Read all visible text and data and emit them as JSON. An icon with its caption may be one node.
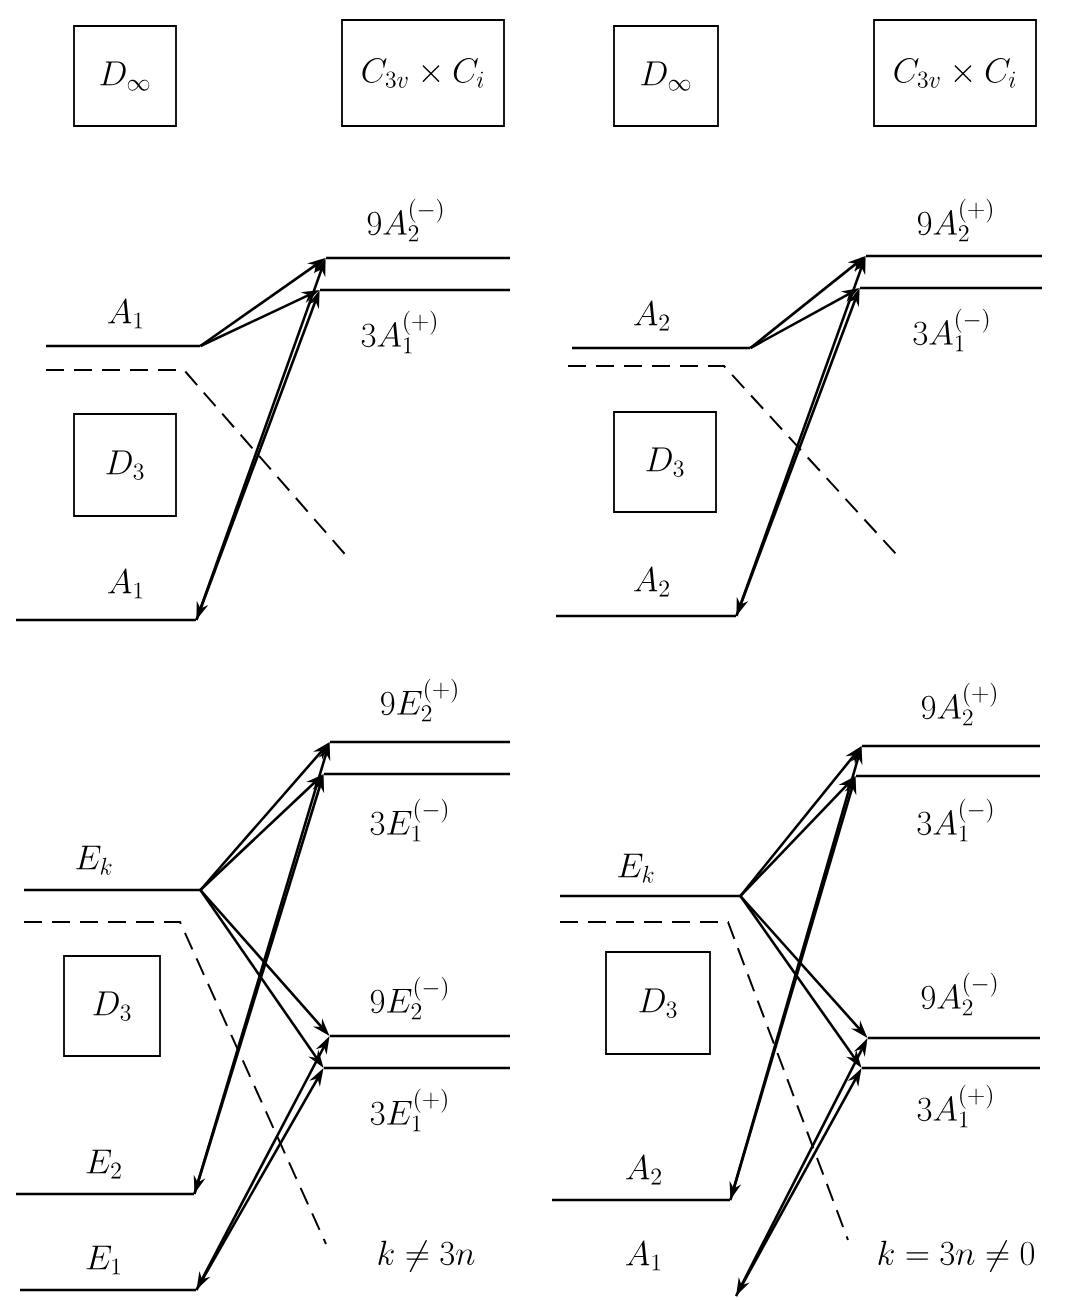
{
  "diagram": {
    "nodes": [
      {
        "text": [
          "D_\\infty"
        ]
      },
      {
        "text": [
          "C_{3v}\\times C_i"
        ]
      },
      {
        "text": [
          "A_1"
        ]
      },
      {
        "text": [
          "9A_2^{(-)}"
        ]
      },
      {
        "text": [
          "3A_1^{(+)}"
        ]
      },
      {
        "text": [
          "D_3"
        ]
      },
      {
        "text": [
          "A_1"
        ]
      },
      {
        "text": [
          "D_\\infty"
        ]
      },
      {
        "text": [
          "C_{3v}\\times C_i"
        ]
      },
      {
        "text": [
          "A_2"
        ]
      },
      {
        "text": [
          "9A_2^{(+)}"
        ]
      },
      {
        "text": [
          "3A_1^{(-)}"
        ]
      },
      {
        "text": [
          "D_3"
        ]
      },
      {
        "text": [
          "A_2"
        ]
      },
      {
        "text": [
          "9E_2^{(+)}"
        ]
      },
      {
        "text": [
          "3E_1^{(-)}"
        ]
      },
      {
        "text": [
          "E_k"
        ]
      },
      {
        "text": [
          "D_3"
        ]
      },
      {
        "text": [
          "9E_2^{(-)}"
        ]
      },
      {
        "text": [
          "3E_1^{(+)}"
        ]
      },
      {
        "text": [
          "E_2"
        ]
      },
      {
        "text": [
          "E_1"
        ]
      },
      {
        "text": [
          "9A_2^{(+)}"
        ]
      },
      {
        "text": [
          "3A_1^{(-)}"
        ]
      },
      {
        "text": [
          "E_k"
        ]
      },
      {
        "text": [
          "D_3"
        ]
      },
      {
        "text": [
          "9A_2^{(-)}"
        ]
      },
      {
        "text": [
          "3A_1^{(+)}"
        ]
      },
      {
        "text": [
          "A_2"
        ]
      },
      {
        "text": [
          "A_1"
        ]
      }
    ],
    "edges": [
      {
        "from": 2,
        "to": 3,
        "arrow": "to"
      },
      {
        "from": 2,
        "to": 4,
        "arrow": "to"
      },
      {
        "from": 6,
        "to": 3,
        "arrow": "both"
      },
      {
        "from": 6,
        "to": 4,
        "arrow": "to"
      },
      {
        "from": 9,
        "to": 10,
        "arrow": "to"
      },
      {
        "from": 9,
        "to": 11,
        "arrow": "to"
      },
      {
        "from": 13,
        "to": 10,
        "arrow": "both"
      },
      {
        "from": 13,
        "to": 11,
        "arrow": "to"
      },
      {
        "from": 16,
        "to": 14,
        "arrow": "to"
      },
      {
        "from": 16,
        "to": 15,
        "arrow": "to"
      },
      {
        "from": 16,
        "to": 18,
        "arrow": "to"
      },
      {
        "from": 16,
        "to": 19,
        "arrow": "to"
      },
      {
        "from": 20,
        "to": 14,
        "arrow": "both"
      },
      {
        "from": 20,
        "to": 15,
        "arrow": "to"
      },
      {
        "from": 21,
        "to": 18,
        "arrow": "both"
      },
      {
        "from": 21,
        "to": 19,
        "arrow": "to"
      },
      {
        "from": 24,
        "to": 22,
        "arrow": "to"
      },
      {
        "from": 24,
        "to": 23,
        "arrow": "to"
      },
      {
        "from": 24,
        "to": 26,
        "arrow": "to"
      },
      {
        "from": 24,
        "to": 27,
        "arrow": "to"
      },
      {
        "from": 28,
        "to": 22,
        "arrow": "both"
      },
      {
        "from": 28,
        "to": 23,
        "arrow": "to"
      },
      {
        "from": 29,
        "to": 26,
        "arrow": "both"
      },
      {
        "from": 29,
        "to": 27,
        "arrow": "to"
      }
    ],
    "labels": [
      "k \\ne 3n",
      "k = 3n \\ne 0"
    ]
  }
}
